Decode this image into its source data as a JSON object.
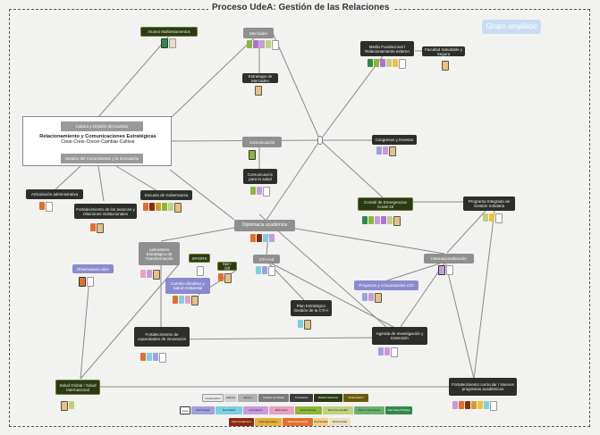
{
  "title": "Proceso UdeA: Gestión de las Relaciones",
  "group_button": "Grupo ampliado",
  "central": {
    "top": "Cultura y Gestión del Cambio",
    "main_title": "Relacionamiento y Comunicaciones Estratégicas",
    "main_subtitle": "Crear-Creer-Crecer-Cambiar-Cultivar",
    "bottom": "Gestión del Conocimiento y la Innovación"
  },
  "nodes": {
    "alumni": "Alumni Multiestamentos",
    "mercadeo": "Mercadeo",
    "estrategia": "Estrategia de Mercadeo",
    "medio": "Medio Fundacional / Relacionamiento externo",
    "facultad": "Facultad Saludable y Segura",
    "comunicacion": "Comunicación",
    "comunicacion_salud": "Comunicación para la salud",
    "congresos": "Congresos y Eventos",
    "articulacion": "Articulación administrativa",
    "fortalecimiento": "Fortalecimiento de los avances y relaciones institucionales",
    "gobernanza": "Escuela de Gobernanza",
    "comite": "Comité de Emergencias Covid-19",
    "programa": "Programa Integrado de Gestión Solidaria",
    "diplomacia": "Diplomacia académica",
    "laboratorio": "Laboratorio Estratégico de Transformación",
    "spiors": "SPIORS",
    "spin": "Spin-Off",
    "cti": "CTI+i+d",
    "internacionalizacion": "Internacionalización",
    "observatorio": "Observatorio UDA",
    "cambio": "Cambio climático y Salud Ambiental",
    "proyectos": "Proyectos y convocatorias CDI",
    "plan": "Plan Estratégico Gestión de la CTI+i",
    "capacidades": "Fortalecimiento de capacidades de innovación",
    "agenda": "Agenda de Investigación y Extensión",
    "salud_global": "Salud Global / Salud Internacional",
    "curricular": "Fortalecimiento curricular / Nuevos programas académicos"
  },
  "legend": {
    "row1": [
      "Cooperación",
      "Alianza",
      "Alumni",
      "Gestión de Redes",
      "Innovación",
      "Relacionamiento",
      "Financiación"
    ],
    "row2": [
      "Clave",
      "Red Temas",
      "Red Salud",
      "Articulación",
      "Red Innov.",
      "Red Internac.",
      "Red Comunidad",
      "Red Conocimiento",
      "Red Salud Pública"
    ],
    "row3": [
      "Red Académica",
      "Red Egresados",
      "Red Empresarial",
      "Red Estado",
      "Red Ciudad"
    ]
  },
  "colors": {
    "dark_node": "#2c2e2a",
    "olive_node": "#2b3a14",
    "grey_node": "#8f8f8f",
    "purple_node": "#8a8ad0",
    "group_button": "#c9dcf3",
    "background": "#f2f2f0"
  }
}
